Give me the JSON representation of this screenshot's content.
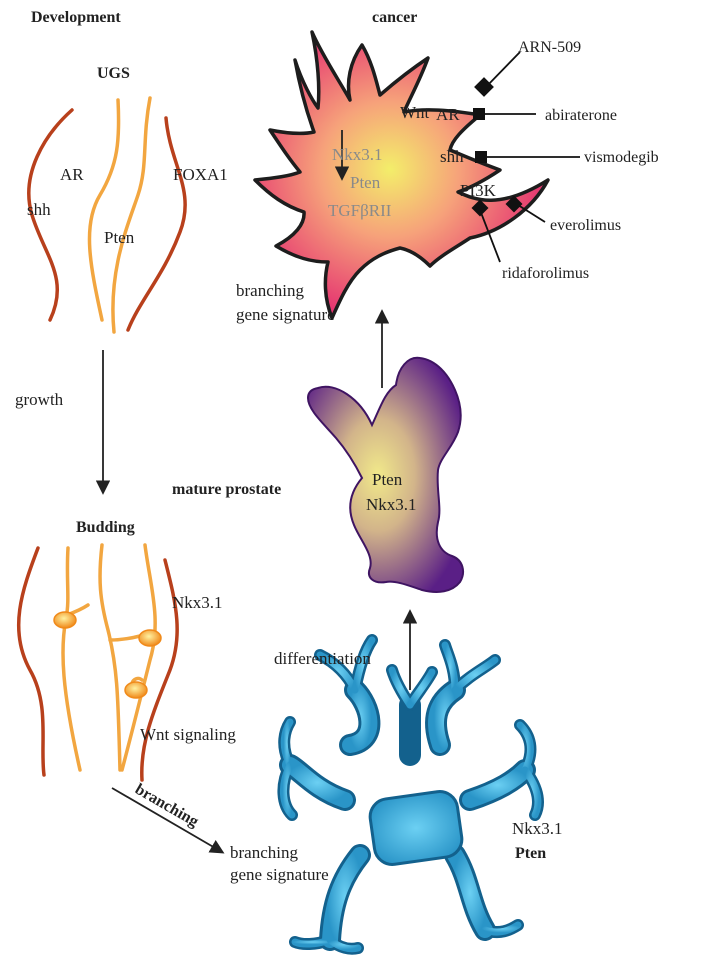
{
  "headers": {
    "development": "Development",
    "cancer": "cancer",
    "ugs": "UGS",
    "budding": "Budding",
    "mature_prostate": "mature prostate",
    "branching": "branching"
  },
  "ugs_labels": {
    "ar": "AR",
    "shh": "shh",
    "pten": "Pten",
    "foxa1": "FOXA1"
  },
  "budding_labels": {
    "nkx31": "Nkx3.1",
    "wnt": "Wnt signaling"
  },
  "process_labels": {
    "growth": "growth",
    "differentiation": "differentiation"
  },
  "signature": {
    "line1": "branching",
    "line2": "gene signature"
  },
  "mature_labels": {
    "pten": "Pten",
    "nkx31": "Nkx3.1"
  },
  "branched_labels": {
    "nkx31": "Nkx3.1",
    "pten": "Pten"
  },
  "cancer_inside": {
    "nkx31": "Nkx3.1",
    "pten": "Pten",
    "tgf": "TGFβRII",
    "wnt": "Wnt",
    "ar": "AR",
    "shh": "shh",
    "pi3k": "PI3K"
  },
  "drugs": {
    "arn509": "ARN-509",
    "abiraterone": "abiraterone",
    "vismodegib": "vismodegib",
    "everolimus": "everolimus",
    "ridaforolimus": "ridaforolimus"
  },
  "colors": {
    "duct_outer": "#b8401c",
    "duct_inner": "#f2a640",
    "bud_fill": "#f7b43a",
    "cancer_center": "#f3ee6a",
    "cancer_edge": "#e0136e",
    "prostate_center": "#f1e98a",
    "prostate_edge": "#5a1f86",
    "branched_fill": "#33a9d9",
    "branched_stroke": "#13618d"
  }
}
